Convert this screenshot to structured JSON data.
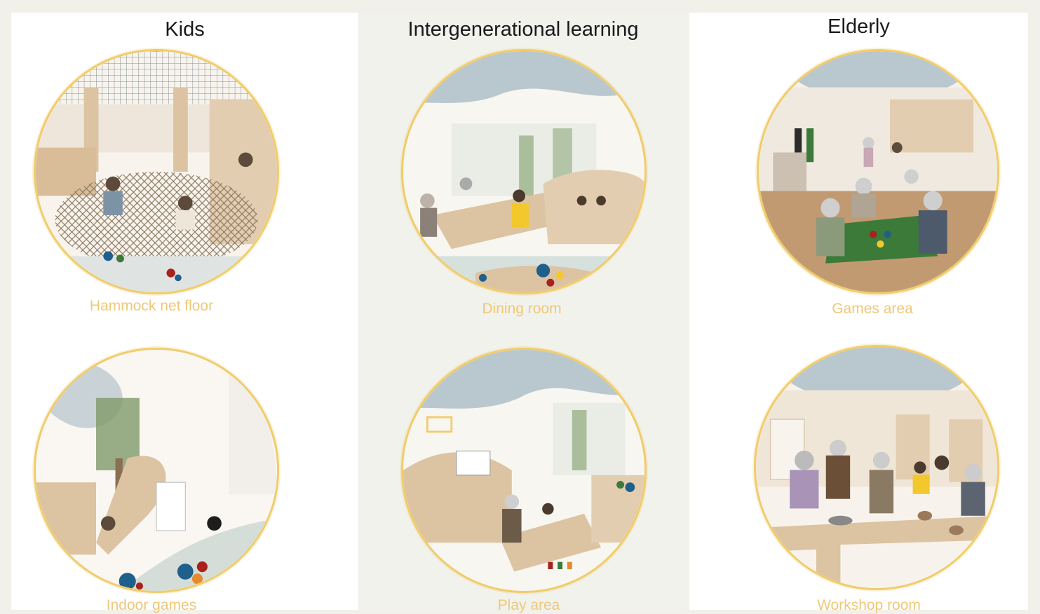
{
  "columns": [
    {
      "title": "Kids",
      "scenes": [
        {
          "caption": "Hammock net floor"
        },
        {
          "caption": "Indoor games"
        }
      ]
    },
    {
      "title": "Intergenerational learning",
      "scenes": [
        {
          "caption": "Dining room"
        },
        {
          "caption": "Play area"
        }
      ]
    },
    {
      "title": "Elderly",
      "scenes": [
        {
          "caption": "Games area"
        },
        {
          "caption": "Workshop room"
        }
      ]
    }
  ],
  "colors": {
    "accent_gold": "#f0cc6a",
    "caption": "#efc878",
    "wood": "#dcc3a2",
    "ceiling": "#9eb3bd",
    "ball_blue": "#1f5f8c",
    "ball_red": "#a8211c",
    "ball_green": "#3c7a3a",
    "ball_orange": "#e58a2d",
    "ball_yellow": "#f2c82c"
  }
}
